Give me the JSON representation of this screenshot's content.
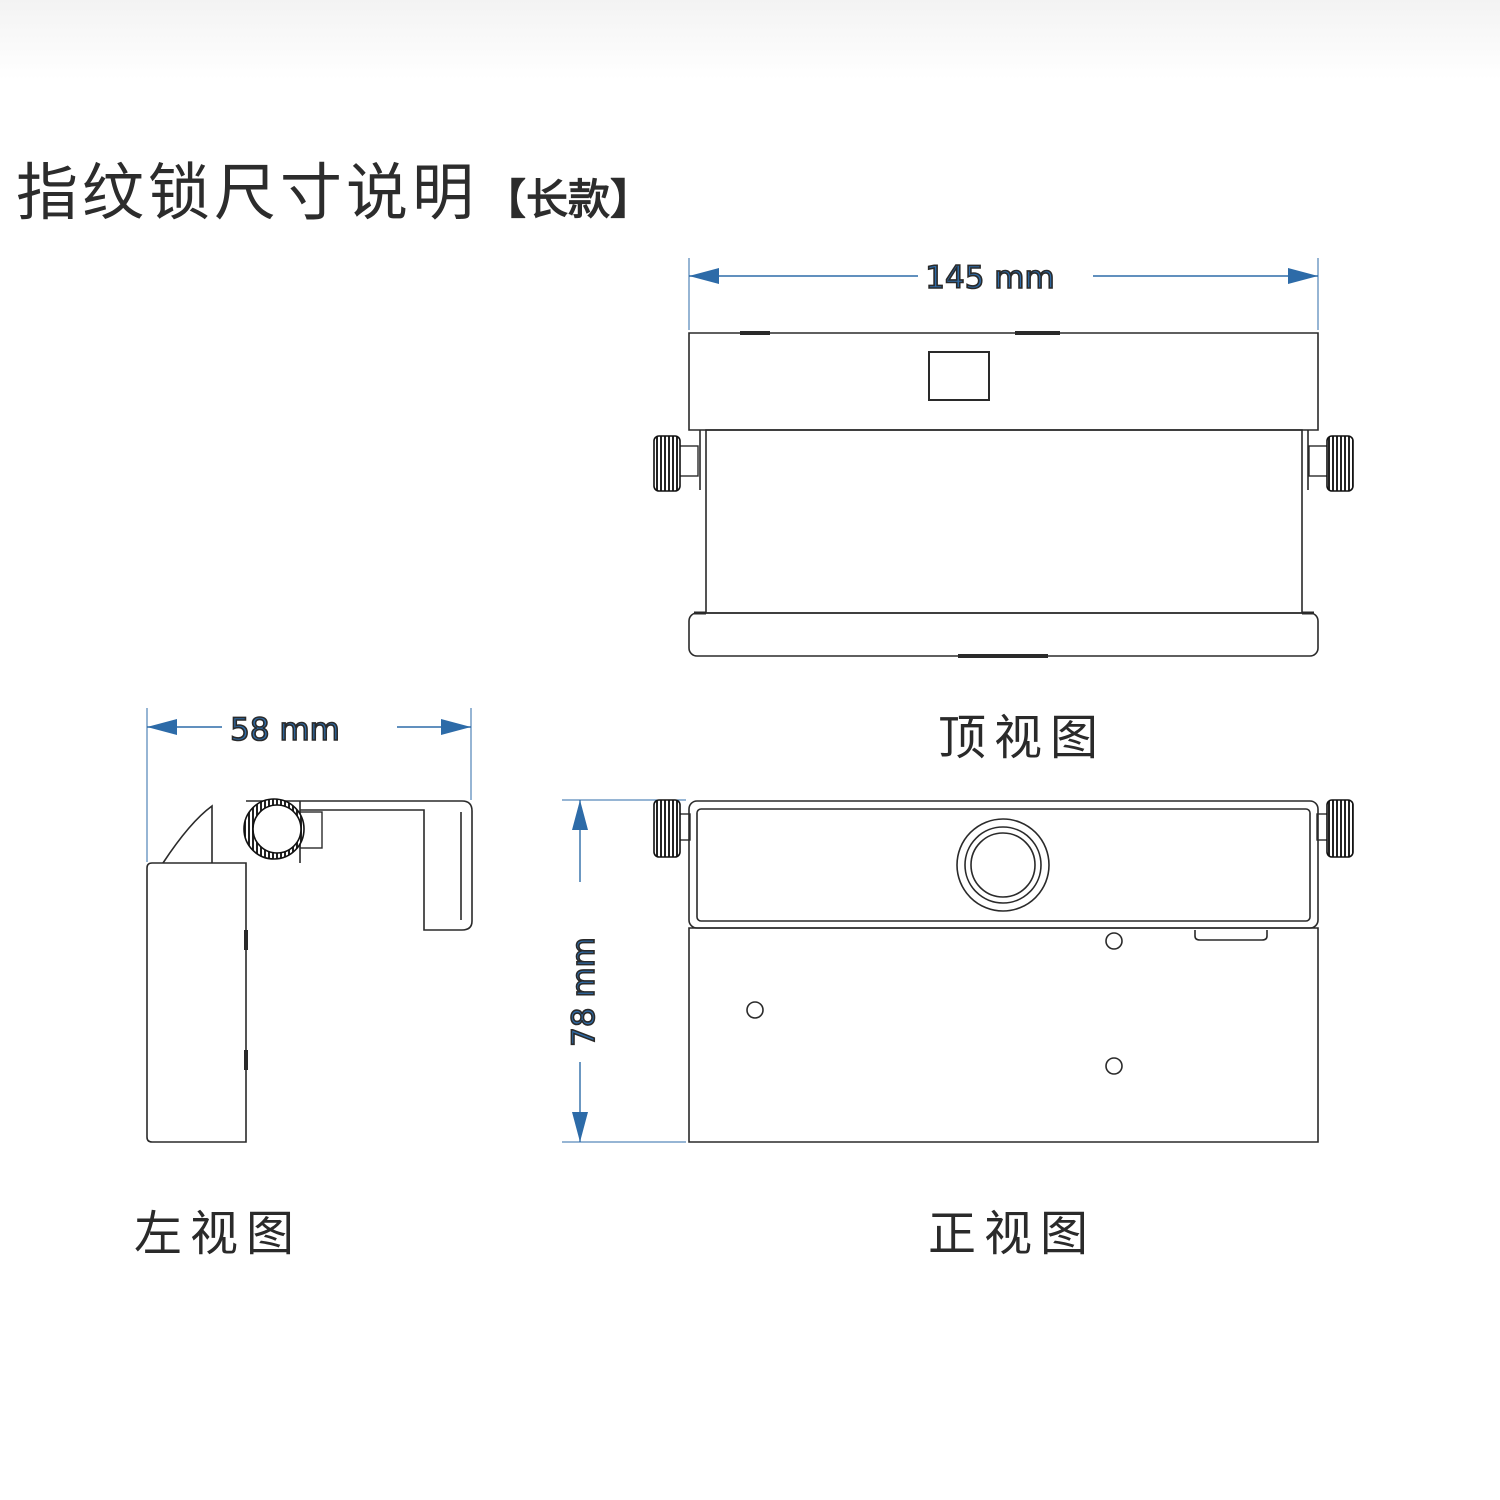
{
  "title": {
    "main": "指纹锁尺寸说明",
    "sub": "【长款】"
  },
  "views": {
    "top": "顶视图",
    "left": "左视图",
    "front": "正视图"
  },
  "dimensions": {
    "width": "145 mm",
    "depth": "58 mm",
    "height": "78 mm"
  },
  "colors": {
    "dimension": "#2d6ba8",
    "outline": "#2a2a2a",
    "title": "#2c2c2c"
  }
}
